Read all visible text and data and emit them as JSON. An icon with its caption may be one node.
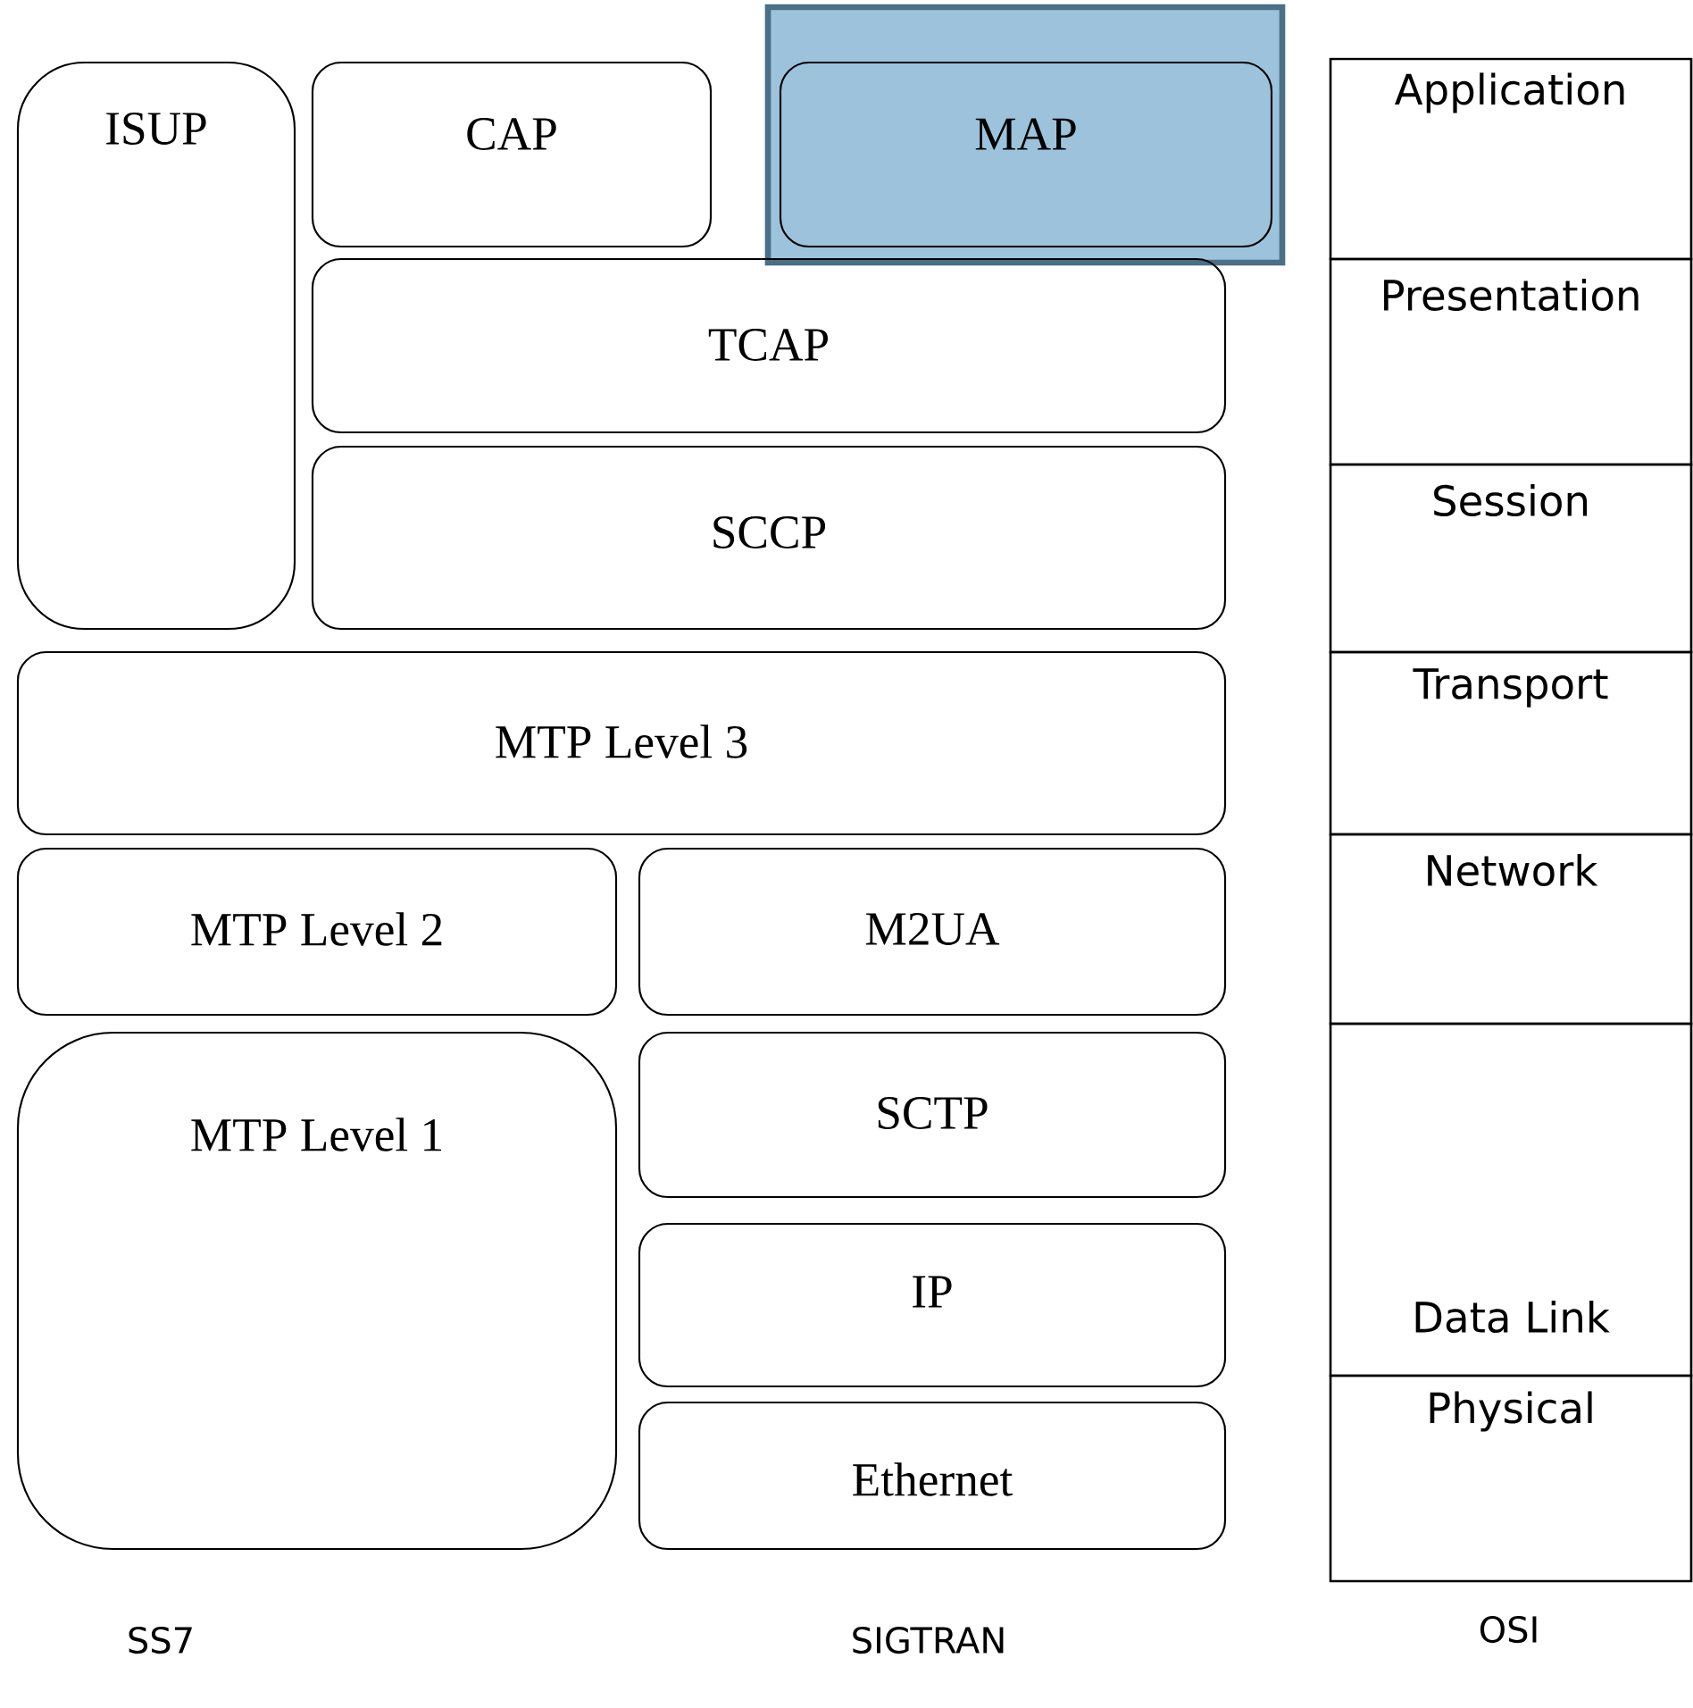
{
  "diagram": {
    "nodes": [
      {
        "text": [
          "ISUP"
        ]
      },
      {
        "text": [
          "CAP"
        ]
      },
      {
        "text": [
          "MAP"
        ]
      },
      {
        "text": [
          "TCAP"
        ]
      },
      {
        "text": [
          "SCCP"
        ]
      },
      {
        "text": [
          "MTP Level 3"
        ]
      },
      {
        "text": [
          "MTP Level 2"
        ]
      },
      {
        "text": [
          "M2UA"
        ]
      },
      {
        "text": [
          "MTP Level 1"
        ]
      },
      {
        "text": [
          "SCTP"
        ]
      },
      {
        "text": [
          "IP"
        ]
      },
      {
        "text": [
          "Ethernet"
        ]
      },
      {
        "text": [
          "Application"
        ]
      },
      {
        "text": [
          "Presentation"
        ]
      },
      {
        "text": [
          "Session"
        ]
      },
      {
        "text": [
          "Transport"
        ]
      },
      {
        "text": [
          "Network"
        ]
      },
      {
        "text": [
          "Data Link"
        ]
      },
      {
        "text": [
          "Physical"
        ]
      }
    ],
    "edges": [],
    "labels": [
      "SS7",
      "SIGTRAN",
      "OSI"
    ]
  }
}
